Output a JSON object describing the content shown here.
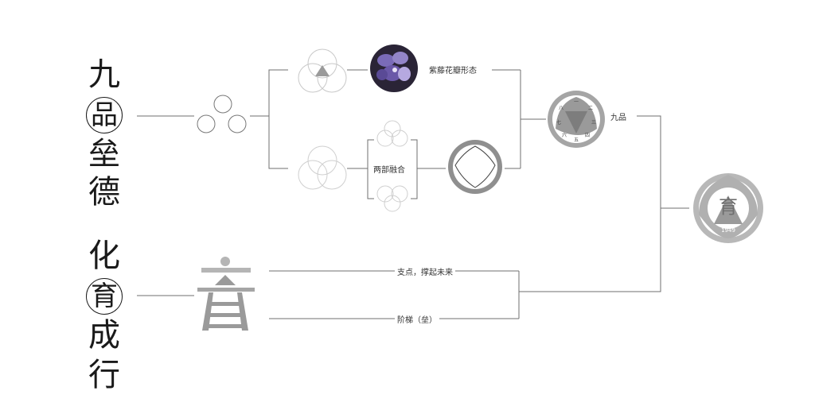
{
  "motto": {
    "group1": [
      "九",
      "品",
      "垒",
      "德"
    ],
    "group2": [
      "化",
      "育",
      "成",
      "行"
    ]
  },
  "labels": {
    "wisteria_form": "紫藤花瓣形态",
    "fusion": "两部融合",
    "nine_grades": "九品",
    "pivot": "支点，撑起未来",
    "ladder": "阶梯（垒）"
  },
  "logo": {
    "glyph": "育",
    "year": "1949"
  },
  "colors": {
    "line": "#6f6f6f",
    "gray_fill": "#9a9a9a",
    "light_stroke": "#bdbdbd",
    "purple": "#6a58a8"
  }
}
